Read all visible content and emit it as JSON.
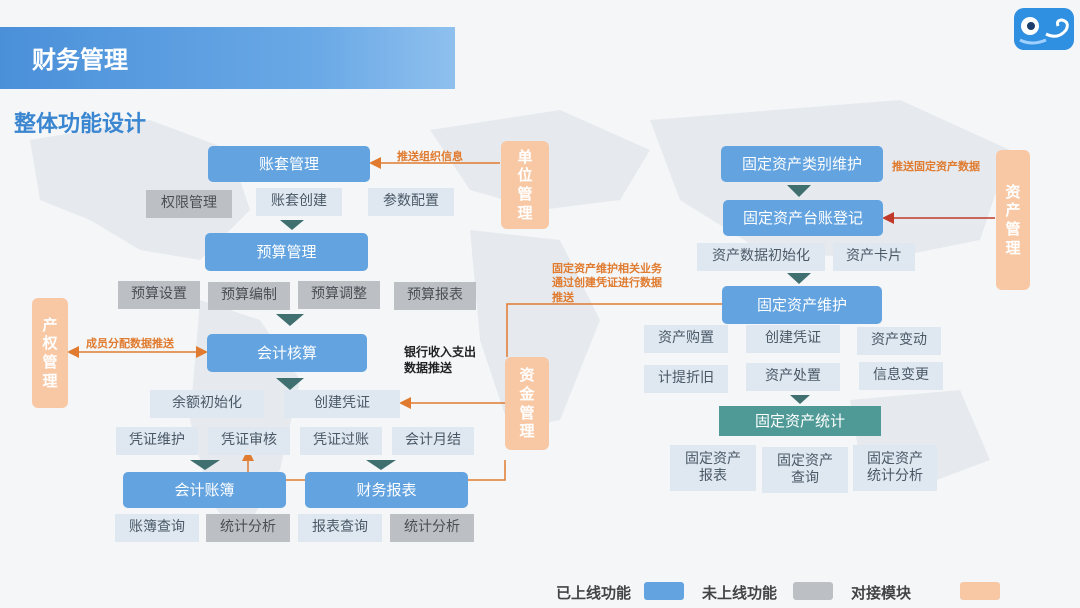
{
  "header": {
    "title": "财务管理",
    "subtitle": "整体功能设计"
  },
  "left": {
    "zhangtao": "账套管理",
    "zhangtao_subs": [
      "权限管理",
      "账套创建",
      "参数配置"
    ],
    "yusuan": "预算管理",
    "yusuan_subs": [
      "预算设置",
      "预算编制",
      "预算调整",
      "预算报表"
    ],
    "kuaiji": "会计核算",
    "kuaiji_subs1": [
      "余额初始化",
      "创建凭证"
    ],
    "kuaiji_subs2": [
      "凭证维护",
      "凭证审核",
      "凭证过账",
      "会计月结"
    ],
    "zhangbu": "会计账簿",
    "zhangbu_subs": [
      "账簿查询",
      "统计分析"
    ],
    "baobiao": "财务报表",
    "baobiao_subs": [
      "报表查询",
      "统计分析"
    ]
  },
  "modules": {
    "danwei": [
      "单",
      "位",
      "管",
      "理"
    ],
    "chanquan": [
      "产",
      "权",
      "管",
      "理"
    ],
    "zijin": [
      "资",
      "金",
      "管",
      "理"
    ],
    "zichan": [
      "资",
      "产",
      "管",
      "理"
    ]
  },
  "labels": {
    "push_org": "推送组织信息",
    "push_member": "成员分配数据推送",
    "bank": [
      "银行收入支出",
      "数据推送"
    ],
    "asset_voucher": [
      "固定资产维护相关业务",
      "通过创建凭证进行数据",
      "推送"
    ],
    "push_asset": "推送固定资产数据"
  },
  "right": {
    "leibie": "固定资产类别维护",
    "taizhang": "固定资产台账登记",
    "taizhang_subs": [
      "资产数据初始化",
      "资产卡片"
    ],
    "weihu": "固定资产维护",
    "weihu_subs1": [
      "资产购置",
      "创建凭证",
      "资产变动"
    ],
    "weihu_subs2": [
      "计提折旧",
      "资产处置",
      "信息变更"
    ],
    "tongji": "固定资产统计",
    "tongji_subs": [
      [
        "固定资产",
        "报表"
      ],
      [
        "固定资产",
        "查询"
      ],
      [
        "固定资产",
        "统计分析"
      ]
    ]
  },
  "legend": {
    "online": "已上线功能",
    "offline": "未上线功能",
    "dock": "对接模块",
    "colors": {
      "online": "#62a3e0",
      "offline": "#bcc0c4",
      "dock": "#f8c8a5"
    }
  }
}
